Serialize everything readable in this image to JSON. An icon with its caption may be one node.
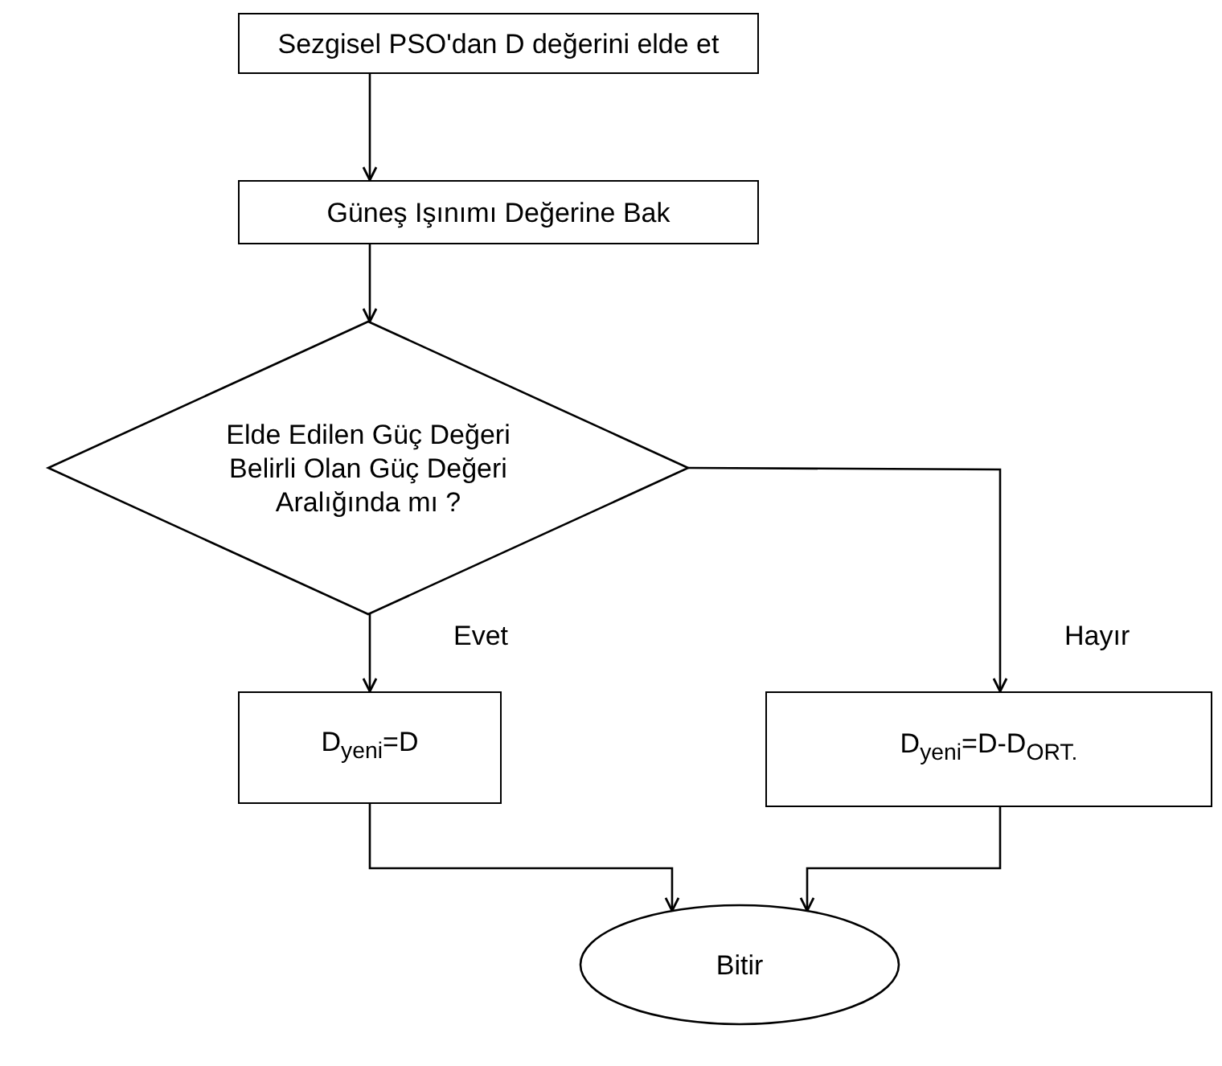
{
  "diagram": {
    "nodes": [
      {
        "text": [
          "Sezgisel PSO'dan D değerini elde et"
        ]
      },
      {
        "text": [
          "Güneş Işınımı Değerine Bak"
        ]
      },
      {
        "text": [
          "Elde Edilen Güç Değeri Belirli Olan Güç Değeri Aralığında mı ?"
        ]
      },
      {
        "text": [
          "D$_{yeni}$=D"
        ]
      },
      {
        "text": [
          "D$_{yeni}$=D-D$_{ORT.}$"
        ]
      },
      {
        "text": [
          "Bitir"
        ]
      }
    ],
    "edges": [
      {
        "from": 0,
        "to": 1,
        "arrow": "to"
      },
      {
        "from": 1,
        "to": 2,
        "arrow": "to"
      },
      {
        "from": 2,
        "to": 3,
        "arrow": "to",
        "label": "Evet"
      },
      {
        "from": 2,
        "to": 4,
        "arrow": "to",
        "label": "Hayır"
      },
      {
        "from": 3,
        "to": 5,
        "arrow": "to"
      },
      {
        "from": 4,
        "to": 5,
        "arrow": "to"
      }
    ]
  }
}
